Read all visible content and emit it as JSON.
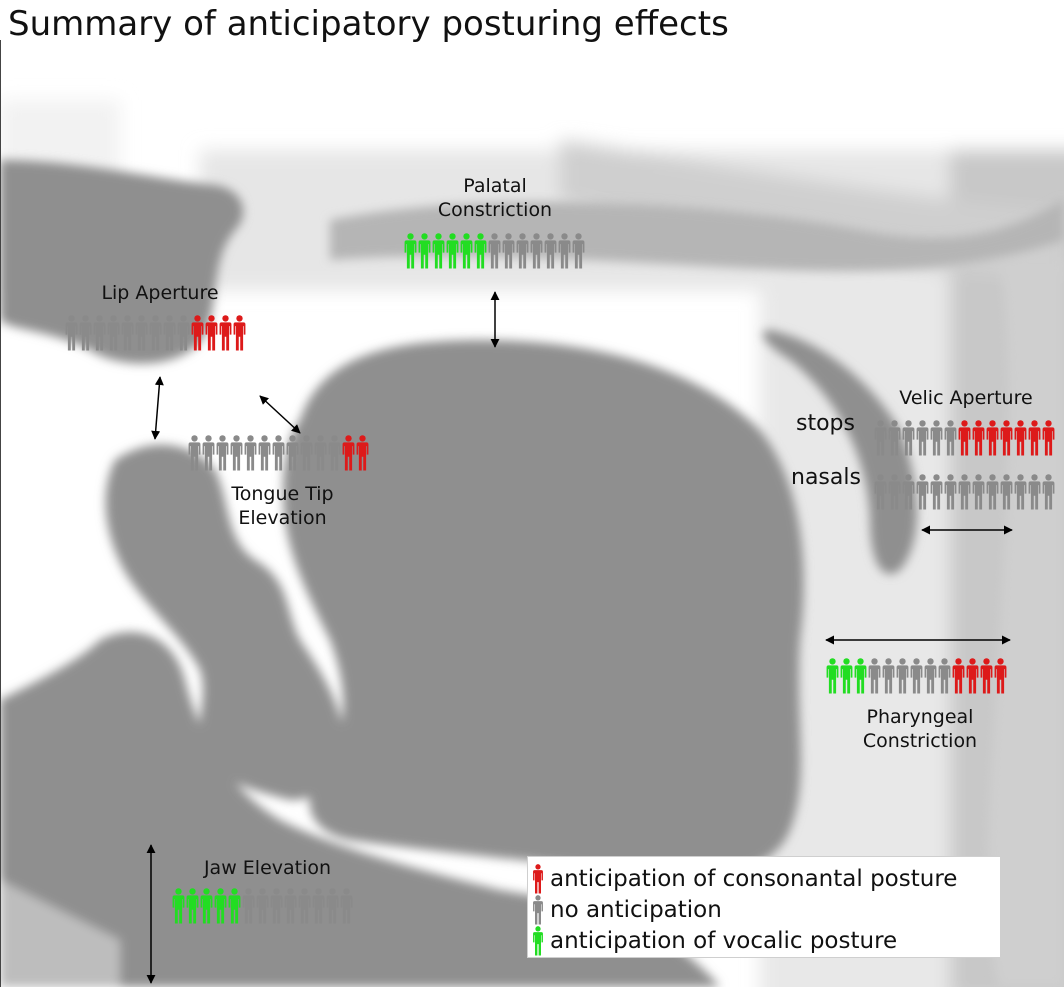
{
  "title": "Summary of anticipatory posturing effects",
  "colors": {
    "consonantal": "#dd1a1a",
    "none": "#8a8a8a",
    "vocalic": "#22dd22",
    "anatomy": "#8f8f8f",
    "background": "#e9e9e9"
  },
  "regions": {
    "palatal": {
      "label_line1": "Palatal",
      "label_line2": "Constriction",
      "counts": {
        "vocalic": 6,
        "none": 7,
        "consonantal": 0
      }
    },
    "lip": {
      "label": "Lip Aperture",
      "counts": {
        "vocalic": 0,
        "none": 9,
        "consonantal": 4
      }
    },
    "tongue_tip": {
      "label_line1": "Tongue Tip",
      "label_line2": "Elevation",
      "counts": {
        "vocalic": 0,
        "none": 11,
        "consonantal": 2
      }
    },
    "velic": {
      "label": "Velic Aperture",
      "stops_label": "stops",
      "nasals_label": "nasals",
      "stops_counts": {
        "vocalic": 0,
        "none": 6,
        "consonantal": 7
      },
      "nasals_counts": {
        "vocalic": 0,
        "none": 13,
        "consonantal": 0
      }
    },
    "pharyngeal": {
      "label_line1": "Pharyngeal",
      "label_line2": "Constriction",
      "counts": {
        "vocalic": 3,
        "none": 6,
        "consonantal": 4
      }
    },
    "jaw": {
      "label": "Jaw Elevation",
      "counts": {
        "vocalic": 5,
        "none": 8,
        "consonantal": 0
      }
    }
  },
  "legend": {
    "consonantal": "anticipation of consonantal posture",
    "none": "no anticipation",
    "vocalic": "anticipation of vocalic posture"
  }
}
